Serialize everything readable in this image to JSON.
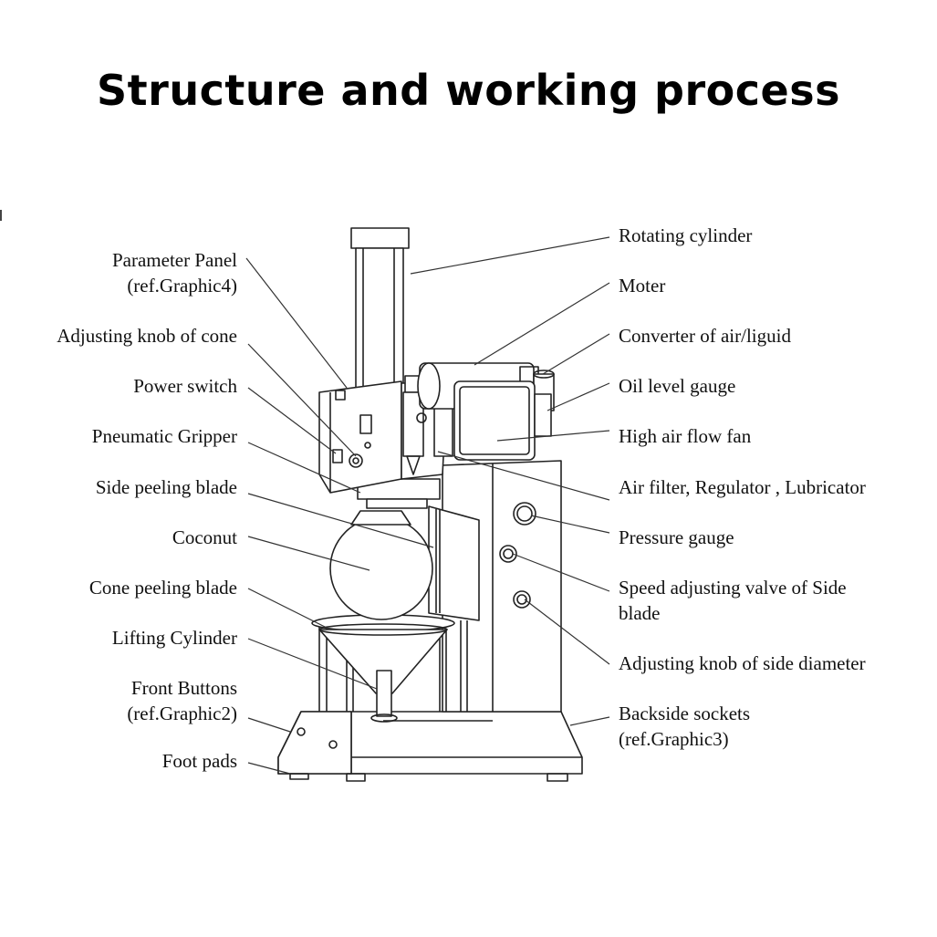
{
  "title": "Structure and working process",
  "labels_left": [
    {
      "line1": "Parameter  Panel",
      "line2": "(ref.Graphic4)"
    },
    {
      "line1": "Adjusting knob of cone"
    },
    {
      "line1": "Power  switch"
    },
    {
      "line1": "Pneumatic  Gripper"
    },
    {
      "line1": "Side  peeling  blade"
    },
    {
      "line1": "Coconut"
    },
    {
      "line1": "Cone peeling blade"
    },
    {
      "line1": "Lifting Cylinder"
    },
    {
      "line1": "Front  Buttons",
      "line2": "(ref.Graphic2)"
    },
    {
      "line1": "Foot pads"
    }
  ],
  "labels_right": [
    {
      "line1": "Rotating cylinder"
    },
    {
      "line1": "Moter"
    },
    {
      "line1": "Converter of air/liguid"
    },
    {
      "line1": "Oil level gauge"
    },
    {
      "line1": "High air flow fan"
    },
    {
      "line1": "Air filter, Regulator , Lubricator"
    },
    {
      "line1": "Pressure gauge"
    },
    {
      "line1": "Speed  adjusting  valve  of  Side",
      "line2": "blade"
    },
    {
      "line1": "Adjusting knob of side diameter"
    },
    {
      "line1": "Backside sockets",
      "line2": "(ref.Graphic3)"
    }
  ]
}
